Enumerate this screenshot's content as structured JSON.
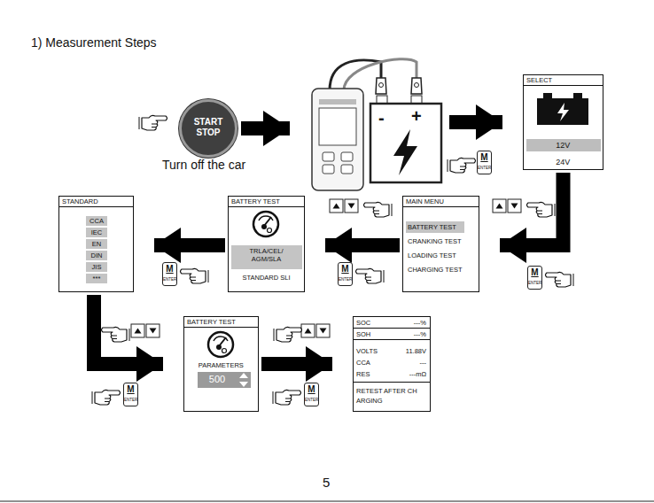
{
  "diagram": {
    "nodes": [
      {
        "text": [
          "START STOP"
        ]
      },
      {
        "text": [
          "-",
          "+"
        ]
      },
      {
        "text": [
          "M",
          "ENTER"
        ]
      },
      {
        "text": [
          "SELECT",
          "12V",
          "24V"
        ]
      },
      {
        "text": [
          "STANDARD",
          "CCA",
          "IEC",
          "EN",
          "DIN",
          "JIS",
          "***"
        ]
      },
      {
        "text": [
          "BATTERY TEST",
          "TRLA/CEL/ AGM/SLA",
          "STANDARD SLI"
        ]
      },
      {
        "text": [
          "MAIN MENU",
          "BATTERY TEST",
          "CRANKING TEST",
          "LOADING TEST",
          "CHARGING TEST"
        ]
      },
      {
        "text": [
          "M",
          "ENTER"
        ]
      },
      {
        "text": [
          "M",
          "ENTER"
        ]
      },
      {
        "text": [
          "M",
          "ENTER"
        ]
      },
      {
        "text": [
          "M",
          "ENTER"
        ]
      },
      {
        "text": [
          "BATTERY TEST",
          "PARAMETERS",
          "500"
        ]
      },
      {
        "text": [
          "M",
          "ENTER"
        ]
      },
      {
        "text": [
          "SOC",
          "---%",
          "SOH",
          "---%",
          "VOLTS",
          "11.88V",
          "CCA",
          "---",
          "RES",
          "---mΩ",
          "RETEST AFTER CH ARGING"
        ]
      }
    ],
    "edges": [
      {
        "from": 0,
        "to": 1,
        "arrow": "to"
      },
      {
        "from": 1,
        "to": 3,
        "arrow": "to"
      },
      {
        "from": 3,
        "to": 6,
        "arrow": "to"
      },
      {
        "from": 6,
        "to": 5,
        "arrow": "to"
      },
      {
        "from": 5,
        "to": 4,
        "arrow": "to"
      },
      {
        "from": 4,
        "to": 11,
        "arrow": "to"
      },
      {
        "from": 11,
        "to": 13,
        "arrow": "to"
      }
    ],
    "labels": [
      "1) Measurement Steps",
      "Turn off the car",
      "5"
    ]
  }
}
